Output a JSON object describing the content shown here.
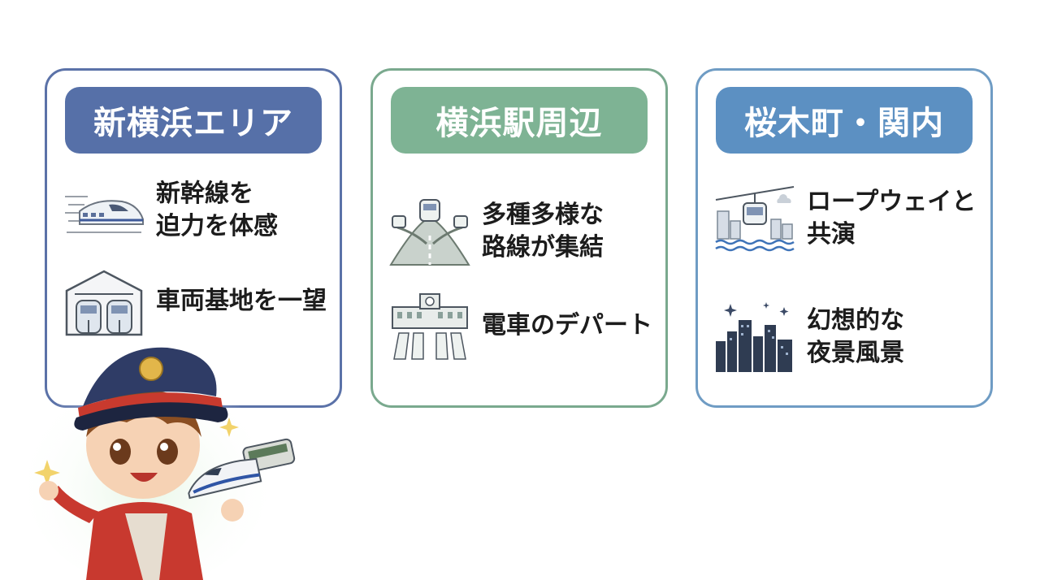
{
  "cards": [
    {
      "title": "新横浜エリア",
      "items": [
        {
          "line1": "新幹線を",
          "line2": "迫力を体感",
          "icon": "shinkansen-icon"
        },
        {
          "line1": "車両基地を一望",
          "line2": "",
          "icon": "train-depot-icon"
        }
      ]
    },
    {
      "title": "横浜駅周辺",
      "items": [
        {
          "line1": "多種多様な",
          "line2": "路線が集結",
          "icon": "converging-tracks-icon"
        },
        {
          "line1": "電車のデパート",
          "line2": "",
          "icon": "station-building-icon"
        }
      ]
    },
    {
      "title": "桜木町・関内",
      "items": [
        {
          "line1": "ロープウェイと",
          "line2": "共演",
          "icon": "ropeway-icon"
        },
        {
          "line1": "幻想的な",
          "line2": "夜景風景",
          "icon": "night-skyline-icon"
        }
      ]
    }
  ],
  "colors": {
    "card1": "#5670a8",
    "card2": "#7eb394",
    "card3": "#5c90c2"
  }
}
